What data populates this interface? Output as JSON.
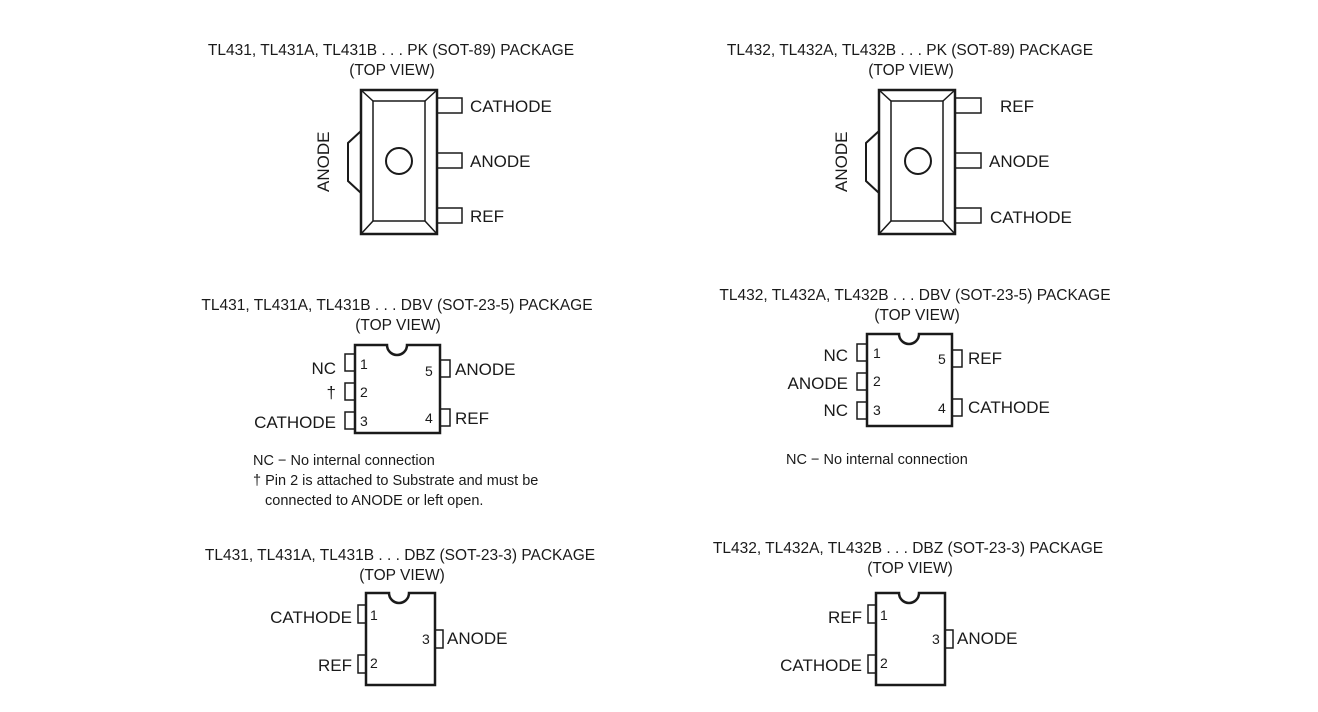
{
  "pk_tl431": {
    "title": "TL431, TL431A, TL431B . . . PK (SOT-89) PACKAGE",
    "view": "(TOP VIEW)",
    "tab_label": "ANODE",
    "pins": [
      "CATHODE",
      "ANODE",
      "REF"
    ]
  },
  "pk_tl432": {
    "title": "TL432, TL432A, TL432B . . . PK (SOT-89) PACKAGE",
    "view": "(TOP VIEW)",
    "tab_label": "ANODE",
    "pins": [
      "REF",
      "ANODE",
      "CATHODE"
    ]
  },
  "dbv_tl431": {
    "title": "TL431, TL431A, TL431B . . . DBV (SOT-23-5) PACKAGE",
    "view": "(TOP VIEW)",
    "left_pins": [
      {
        "label": "NC",
        "num": "1"
      },
      {
        "label": "†",
        "num": "2"
      },
      {
        "label": "CATHODE",
        "num": "3"
      }
    ],
    "right_pins": [
      {
        "label": "ANODE",
        "num": "5"
      },
      {
        "label": "REF",
        "num": "4"
      }
    ],
    "notes": [
      "NC − No internal connection",
      "† Pin 2 is attached to Substrate and must be",
      "connected to ANODE or left open."
    ]
  },
  "dbv_tl432": {
    "title": "TL432, TL432A, TL432B . . . DBV (SOT-23-5) PACKAGE",
    "view": "(TOP VIEW)",
    "left_pins": [
      {
        "label": "NC",
        "num": "1"
      },
      {
        "label": "ANODE",
        "num": "2"
      },
      {
        "label": "NC",
        "num": "3"
      }
    ],
    "right_pins": [
      {
        "label": "REF",
        "num": "5"
      },
      {
        "label": "CATHODE",
        "num": "4"
      }
    ],
    "notes": [
      "NC − No internal connection"
    ]
  },
  "dbz_tl431": {
    "title": "TL431, TL431A, TL431B . . . DBZ (SOT-23-3) PACKAGE",
    "view": "(TOP VIEW)",
    "left_pins": [
      {
        "label": "CATHODE",
        "num": "1"
      },
      {
        "label": "REF",
        "num": "2"
      }
    ],
    "right_pins": [
      {
        "label": "ANODE",
        "num": "3"
      }
    ]
  },
  "dbz_tl432": {
    "title": "TL432, TL432A, TL432B . . . DBZ (SOT-23-3) PACKAGE",
    "view": "(TOP VIEW)",
    "left_pins": [
      {
        "label": "REF",
        "num": "1"
      },
      {
        "label": "CATHODE",
        "num": "2"
      }
    ],
    "right_pins": [
      {
        "label": "ANODE",
        "num": "3"
      }
    ]
  }
}
